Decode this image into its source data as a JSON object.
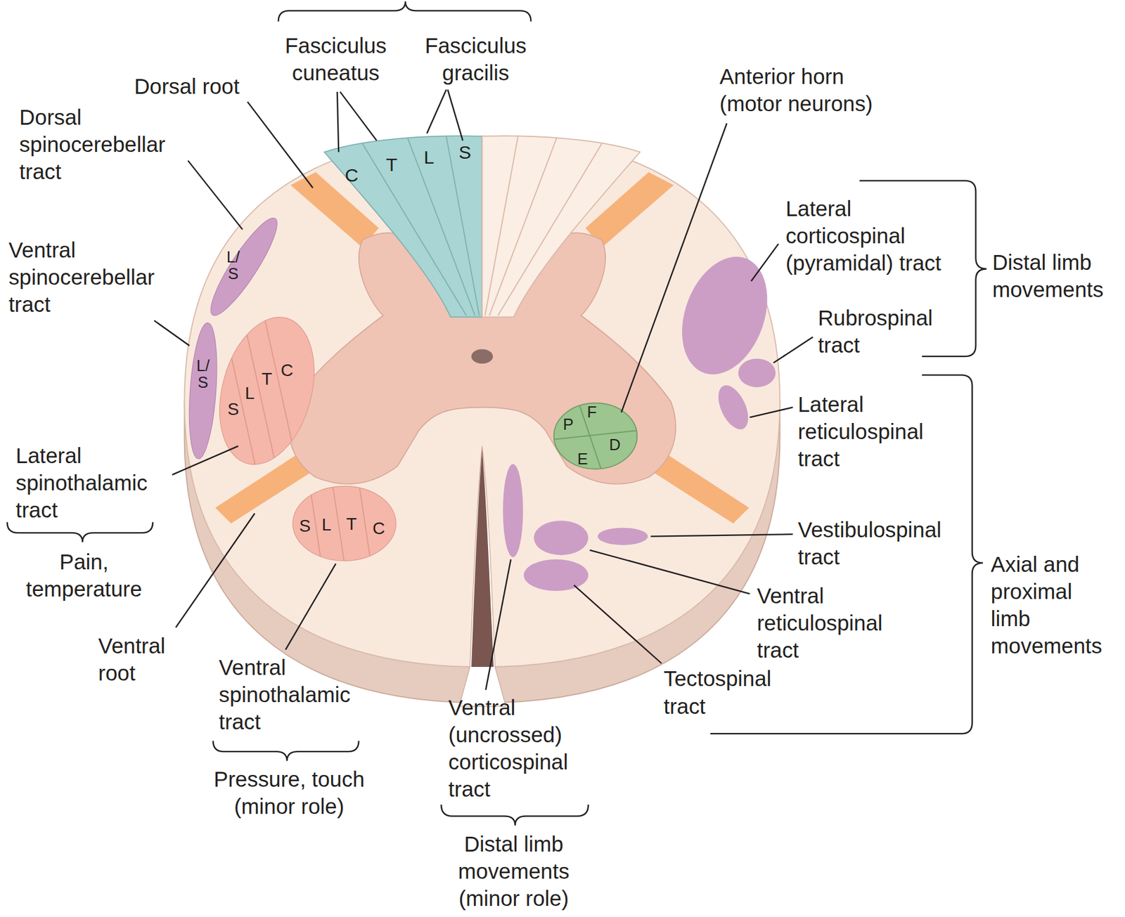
{
  "diagram": {
    "nodes": [
      {
        "text": [
          "C",
          "T"
        ]
      },
      {
        "text": [
          "L",
          "S"
        ]
      },
      {
        "text": [
          "L/ S"
        ]
      },
      {
        "text": [
          "L/ S"
        ]
      },
      {
        "text": [
          "S",
          "L",
          "T",
          "C"
        ]
      },
      {
        "text": [
          "P",
          "F",
          "D",
          "E"
        ]
      },
      {
        "text": [
          "S",
          "L",
          "T",
          "C"
        ]
      }
    ],
    "labels": [
      "Fasciculus cuneatus",
      "Fasciculus gracilis",
      "Anterior horn (motor neurons)",
      "Dorsal root",
      "Dorsal spinocerebellar tract",
      "Lateral corticospinal (pyramidal) tract",
      "Distal limb movements",
      "Ventral spinocerebellar tract",
      "Rubrospinal tract",
      "Lateral reticulospinal tract",
      "Lateral spinothalamic tract",
      "Vestibulospinal tract",
      "Pain, temperature",
      "Axial and proximal limb movements",
      "Ventral reticulospinal tract",
      "Ventral root",
      "Ventral spinothalamic tract",
      "Tectospinal tract",
      "Ventral (uncrossed) corticospinal tract",
      "Pressure, touch (minor role)",
      "Distal limb movements (minor role)"
    ]
  }
}
